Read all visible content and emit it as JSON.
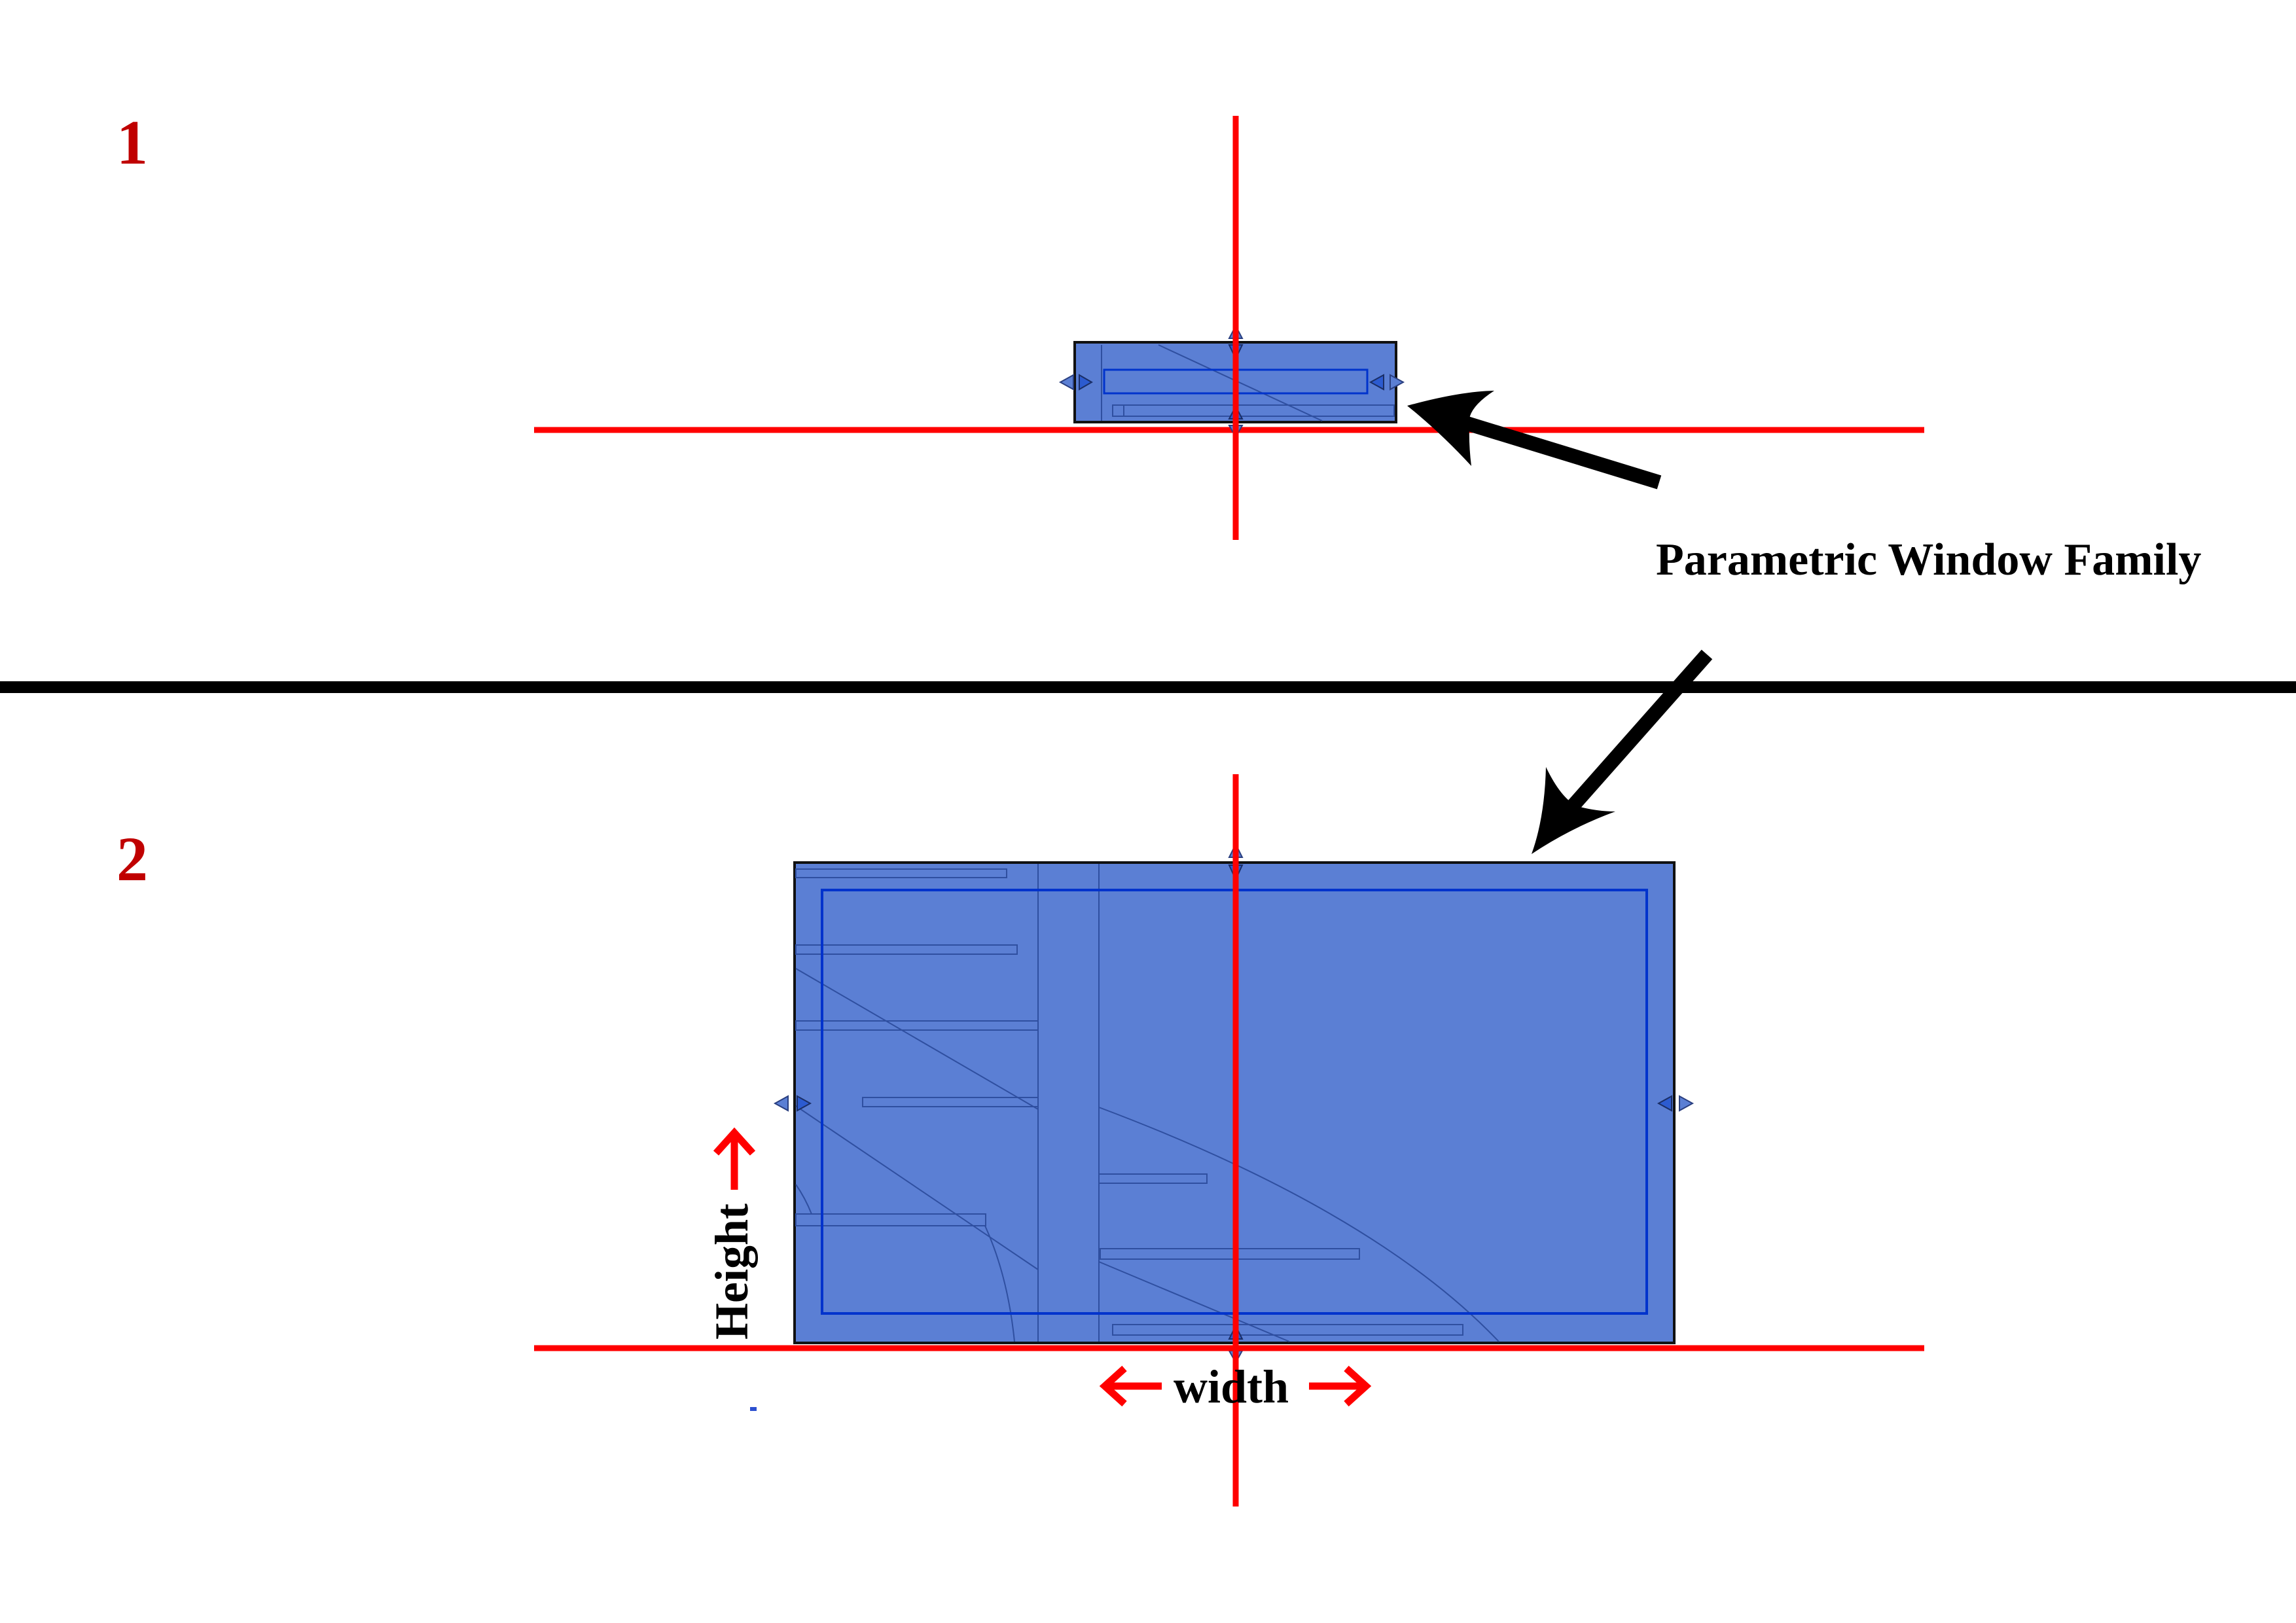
{
  "colors": {
    "reference_line": "#ff0000",
    "panel_number": "#c00000",
    "window_fill": "#5b7fd4",
    "window_inner_stroke": "#0033cc",
    "window_detail_line": "#2f4fa0",
    "grip_fill": "#4a74d8",
    "text": "#000000",
    "divider": "#000000"
  },
  "panels": [
    {
      "number": "1",
      "state": "default small window"
    },
    {
      "number": "2",
      "state": "resized window"
    }
  ],
  "callout": {
    "label": "Parametric Window Family"
  },
  "dimensions": {
    "height_label": "Height",
    "width_label": "width"
  },
  "icons": {
    "grip": "triangle-grip-icon",
    "callout_arrow": "curved-arrow-icon",
    "dimension_arrow": "arrow-icon"
  }
}
